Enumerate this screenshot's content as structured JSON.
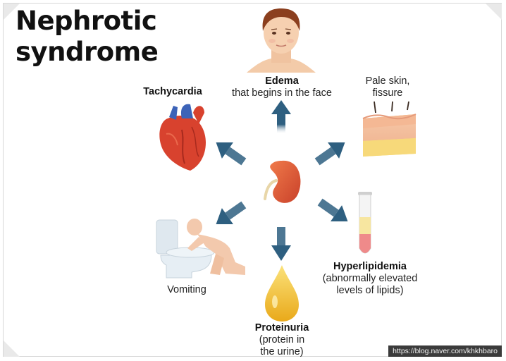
{
  "title": {
    "line1": "Nephrotic",
    "line2": "syndrome"
  },
  "center": {
    "organ": "kidney"
  },
  "symptoms": [
    {
      "bold": "Edema",
      "text": "that begins in the face",
      "icon": "face-icon"
    },
    {
      "bold": "",
      "text": "Pale skin,",
      "text2": "fissure",
      "icon": "skin-icon"
    },
    {
      "bold": "Hyperlipidemia",
      "text": "(abnormally elevated",
      "text2": "levels of lipids)",
      "icon": "test-tube-icon"
    },
    {
      "bold": "Proteinuria",
      "text": "(protein in",
      "text2": "the urine)",
      "icon": "drop-icon"
    },
    {
      "bold": "",
      "text": "Vomiting",
      "icon": "vomiting-icon"
    },
    {
      "bold": "Tachycardia",
      "text": "",
      "icon": "heart-icon"
    }
  ],
  "watermark": "https://blog.naver.com/khkhbaro",
  "colors": {
    "arrow": "#2e5f80",
    "kidney": "#e0553a",
    "heart": "#d8422e",
    "drop": "#f2c02e"
  }
}
